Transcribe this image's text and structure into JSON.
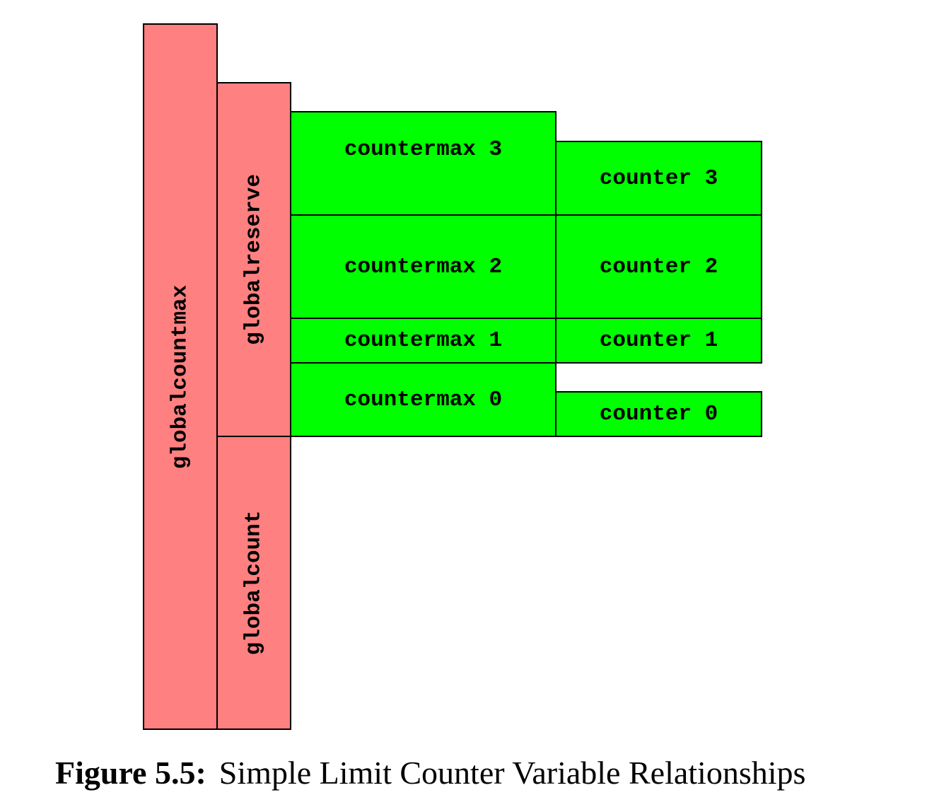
{
  "diagram": {
    "colors": {
      "global": "#ff8080",
      "per_thread": "#00ff00"
    },
    "global": {
      "globalcountmax": "globalcountmax",
      "globalreserve": "globalreserve",
      "globalcount": "globalcount"
    },
    "countermax": [
      "countermax 3",
      "countermax 2",
      "countermax 1",
      "countermax 0"
    ],
    "counter": [
      "counter 3",
      "counter 2",
      "counter 1",
      "counter 0"
    ]
  },
  "caption": {
    "label": "Figure 5.5:",
    "text": "Simple Limit Counter Variable Relationships"
  }
}
